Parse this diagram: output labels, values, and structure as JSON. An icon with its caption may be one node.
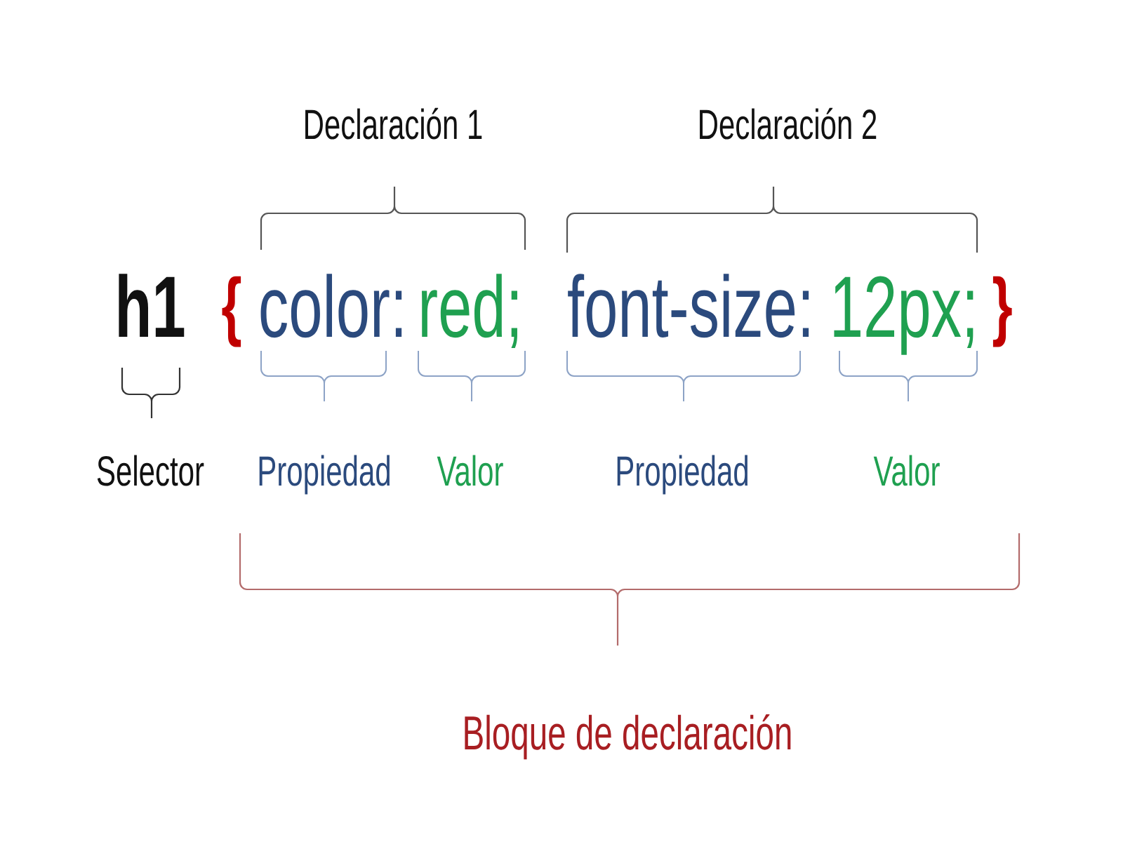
{
  "diagram": {
    "labels": [
      "Declaración 1",
      "Declaración 2",
      "h1",
      "{",
      "color:",
      "red;",
      "font-size:",
      "12px;",
      "}",
      "Selector",
      "Propiedad",
      "Valor",
      "Propiedad",
      "Valor",
      "Bloque de declaración"
    ]
  }
}
